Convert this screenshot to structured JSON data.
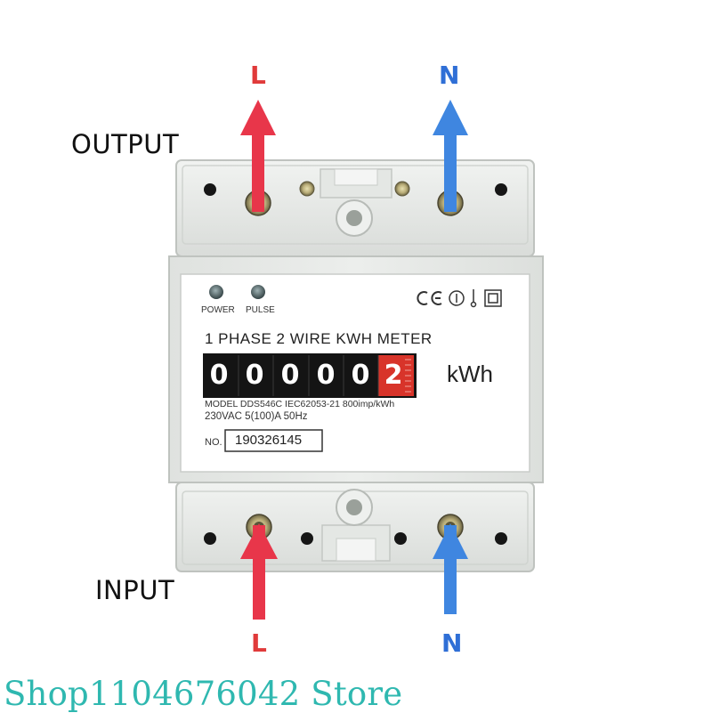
{
  "labels": {
    "output": "OUTPUT",
    "input": "INPUT",
    "top_left": "L",
    "top_right": "N",
    "bottom_left": "L",
    "bottom_right": "N"
  },
  "meter": {
    "power": "POWER",
    "pulse": "PULSE",
    "title": "1 PHASE 2 WIRE KWH METER",
    "unit": "kWh",
    "model": "MODEL DDS546C IEC62053-21 800imp/kWh",
    "rating": "230VAC 5(100)A 50Hz",
    "no_label": "NO.",
    "serial": "190326145",
    "digits": [
      "0",
      "0",
      "0",
      "0",
      "0",
      "2"
    ]
  },
  "watermark": "Shop1104676042 Store",
  "colors": {
    "phase_arrow": "#e8364a",
    "neutral_arrow": "#3f86e0",
    "letter_L": "#e03a3a",
    "letter_N": "#2f6fd6",
    "watermark": "#2fb8b0",
    "last_digit": "#d8342a"
  },
  "icons": [
    "ce-mark-icon",
    "class-1-icon",
    "earth-symbol-icon",
    "double-square-icon"
  ]
}
